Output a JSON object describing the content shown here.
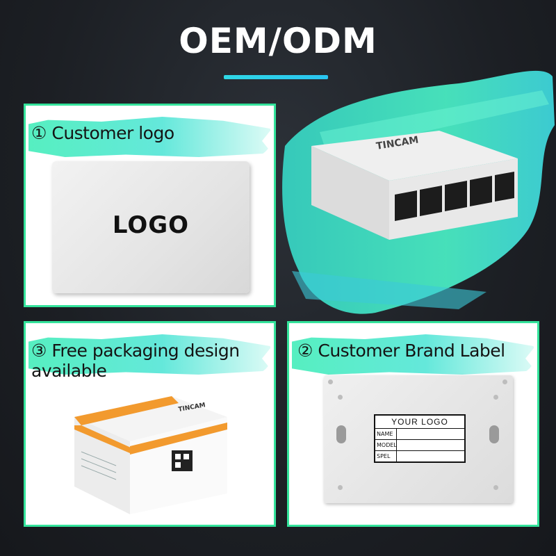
{
  "header": {
    "title": "OEM/ODM"
  },
  "hero": {
    "product_brand": "TINCAM",
    "accent_colors": [
      "#4de8c0",
      "#3fe0d8"
    ]
  },
  "panels": {
    "customer_logo": {
      "label": "① Customer logo",
      "device_text": "LOGO"
    },
    "packaging": {
      "label": "③ Free packaging design available",
      "box_brand": "TINCAM"
    },
    "brand_label": {
      "label": "② Customer Brand Label",
      "card_title": "YOUR LOGO",
      "rows": [
        "NAME",
        "MODEL",
        "SPEL"
      ]
    }
  },
  "colors": {
    "panel_border": "#33e39b",
    "background": "#1c1f24",
    "underline": "#2fd8e6"
  }
}
